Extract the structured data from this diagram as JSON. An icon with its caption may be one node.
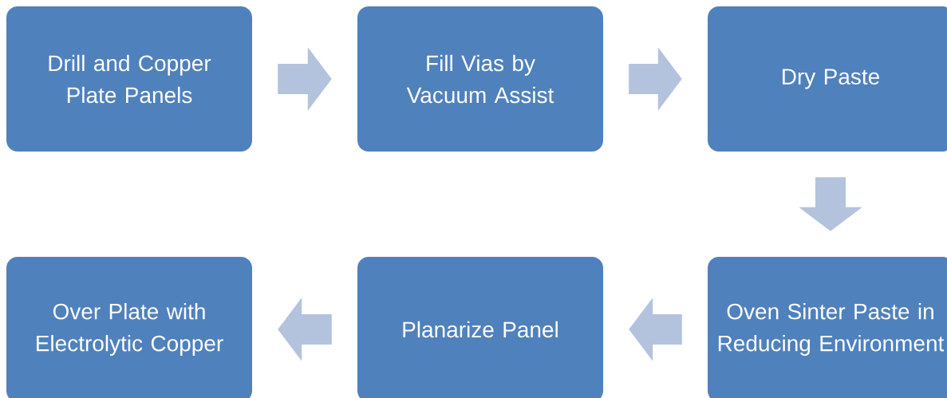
{
  "diagram": {
    "nodes": [
      {
        "text": [
          "Drill and Copper Plate Panels"
        ]
      },
      {
        "text": [
          "Fill Vias by Vacuum Assist"
        ]
      },
      {
        "text": [
          "Dry Paste"
        ]
      },
      {
        "text": [
          "Oven Sinter Paste in Reducing Environment"
        ]
      },
      {
        "text": [
          "Planarize Panel"
        ]
      },
      {
        "text": [
          "Over Plate with Electrolytic Copper"
        ]
      }
    ],
    "edges": [
      {
        "from": 0,
        "to": 1,
        "arrow": "to"
      },
      {
        "from": 1,
        "to": 2,
        "arrow": "to"
      },
      {
        "from": 2,
        "to": 3,
        "arrow": "to"
      },
      {
        "from": 3,
        "to": 4,
        "arrow": "to"
      },
      {
        "from": 4,
        "to": 5,
        "arrow": "to"
      }
    ]
  }
}
